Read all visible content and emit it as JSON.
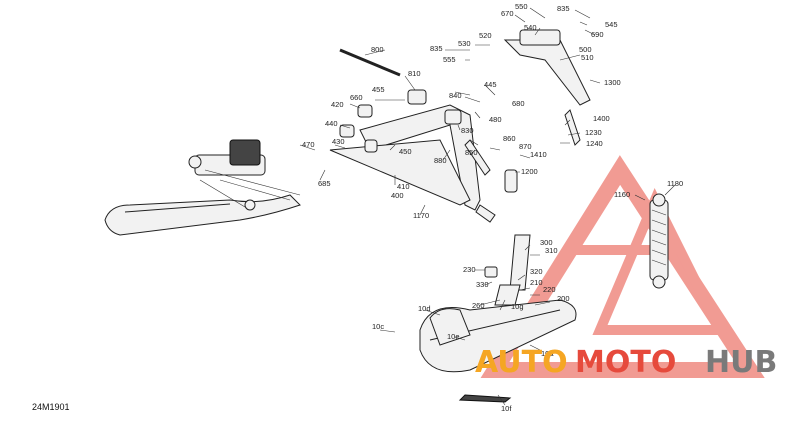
{
  "diagram": {
    "code": "24M1901",
    "labels": [
      "550",
      "835",
      "670",
      "540",
      "545",
      "690",
      "835",
      "530",
      "520",
      "555",
      "500",
      "510",
      "800",
      "1300",
      "810",
      "445",
      "455",
      "840",
      "680",
      "660",
      "420",
      "480",
      "830",
      "440",
      "860",
      "870",
      "1410",
      "470",
      "430",
      "450",
      "880",
      "850",
      "1200",
      "1400",
      "1230",
      "1240",
      "685",
      "410",
      "400",
      "1170",
      "300",
      "310",
      "230",
      "330",
      "320",
      "210",
      "220",
      "200",
      "260",
      "10g",
      "10d",
      "10e",
      "10c",
      "10a",
      "10f",
      "1160",
      "1180"
    ]
  },
  "watermark": {
    "part1": "AUTO",
    "part2": "MOTO",
    "part3": "HUB",
    "color_orange": "#f5a623",
    "color_red": "#e64a3c",
    "color_gray": "#7a7a7a"
  }
}
